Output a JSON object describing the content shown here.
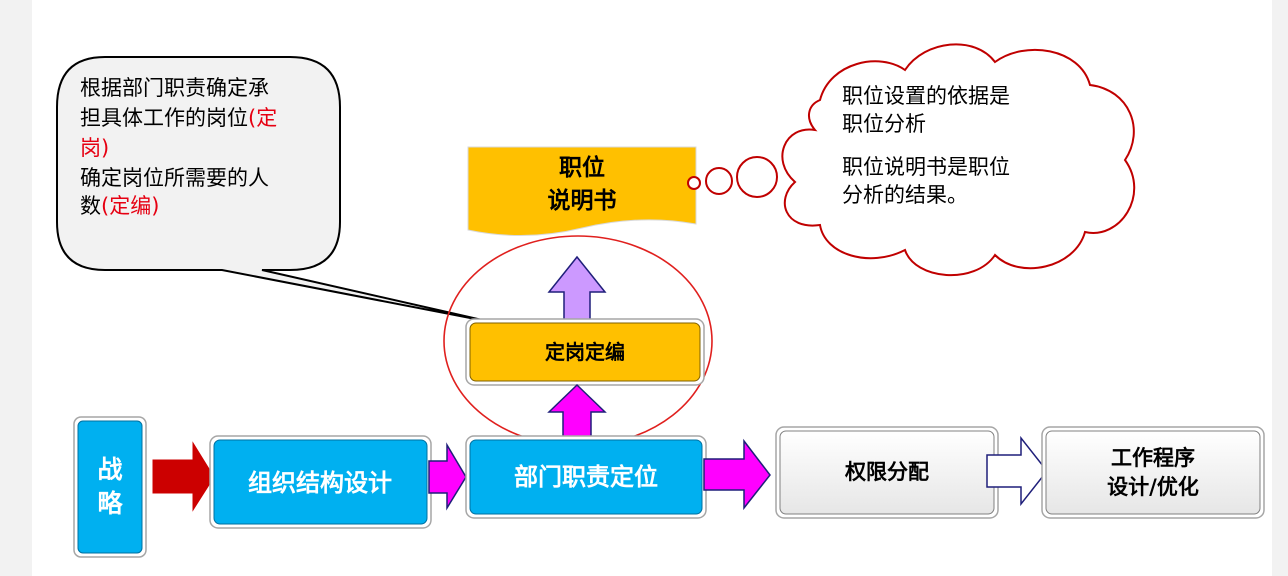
{
  "callout_left": {
    "lines": [
      {
        "black": "根据部门职责确定承",
        "red": ""
      },
      {
        "black": "担具体工作的岗位",
        "red": "(定"
      },
      {
        "black": "",
        "red": "岗)"
      },
      {
        "black": "确定岗位所需要的人",
        "red": ""
      },
      {
        "black": "数",
        "red": "(定编)"
      }
    ]
  },
  "cloud": {
    "para1": [
      "职位设置的依据是",
      "职位分析"
    ],
    "para2": [
      "职位说明书是职位",
      "分析的结果。"
    ]
  },
  "document": {
    "line1": "职位",
    "line2": "说明书"
  },
  "dinggang_box": "定岗定编",
  "flow": {
    "strategy": [
      "战",
      "略"
    ],
    "org_design": "组织结构设计",
    "dept_positioning": "部门职责定位",
    "authority": "权限分配",
    "procedure": [
      "工作程序",
      "设计/优化"
    ]
  },
  "colors": {
    "blue": "#00b0f0",
    "gold": "#ffc000",
    "magenta": "#ff00ff",
    "red_arrow": "#cc0000",
    "lilac": "#cc99ff",
    "ellipse": "#e0201e"
  }
}
